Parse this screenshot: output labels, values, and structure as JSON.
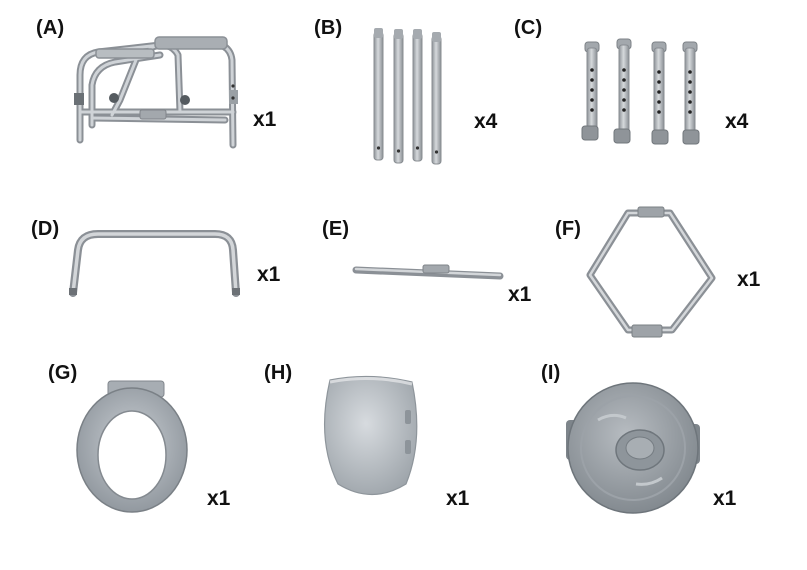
{
  "parts": [
    {
      "id": "A",
      "label": "(A)",
      "qty": "x1"
    },
    {
      "id": "B",
      "label": "(B)",
      "qty": "x4"
    },
    {
      "id": "C",
      "label": "(C)",
      "qty": "x4"
    },
    {
      "id": "D",
      "label": "(D)",
      "qty": "x1"
    },
    {
      "id": "E",
      "label": "(E)",
      "qty": "x1"
    },
    {
      "id": "F",
      "label": "(F)",
      "qty": "x1"
    },
    {
      "id": "G",
      "label": "(G)",
      "qty": "x1"
    },
    {
      "id": "H",
      "label": "(H)",
      "qty": "x1"
    },
    {
      "id": "I",
      "label": "(I)",
      "qty": "x1"
    }
  ]
}
